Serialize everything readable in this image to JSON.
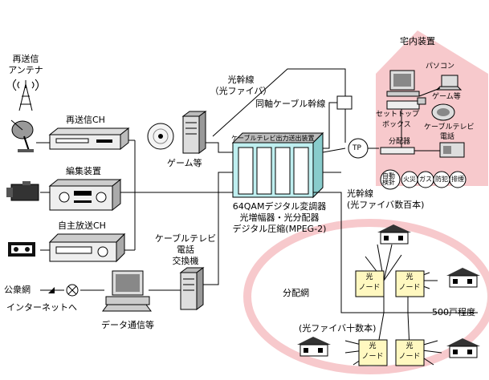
{
  "labels": {
    "retrans_antenna": [
      "再送信",
      "アンテナ"
    ],
    "retrans_ch": "再送信CH",
    "edit_equipment": "編集装置",
    "own_broadcast_ch": "自主放送CH",
    "public_network": "公衆網",
    "internet": "インターネットへ",
    "data_comm": "データ通信等",
    "game": "ゲーム等",
    "catv_phone_exchange": [
      "ケーブルテレビ",
      "電話",
      "交換機"
    ],
    "headend_title": "ケーブルテレビ出力送出装置",
    "headend_desc": [
      "64QAMデジタル変調器",
      "光増幅器・光分配器",
      "デジタル圧縮(MPEG-2)"
    ],
    "trunk_fiber": [
      "光幹線",
      "（光ファイバ）"
    ],
    "coax_trunk": "同軸ケーブル幹線",
    "tp": "TP",
    "home_equipment": "宅内装置",
    "pc": "パソコン",
    "game_home": "ゲーム等",
    "settop_box": [
      "セットトップ",
      "ボックス"
    ],
    "catv_tv": "ケーブルテレビ",
    "splitter": "分配器",
    "telephone": "電話",
    "sensors": [
      "自動\n検針",
      "火災",
      "ガス",
      "防犯",
      "排煙"
    ],
    "fiber_hundreds": [
      "光幹線",
      "(光ファイバ数百本)"
    ],
    "distribution_net": "分配網",
    "optical_node": [
      "光",
      "ノード"
    ],
    "households": "500戸程度",
    "fiber_dozens": "(光ファイバ十数本)"
  },
  "colors": {
    "accent_pink": "#f7c9cc",
    "headend_cyan": "#bfeff0",
    "node_yellow": "#fff8c0",
    "line": "#000000"
  }
}
